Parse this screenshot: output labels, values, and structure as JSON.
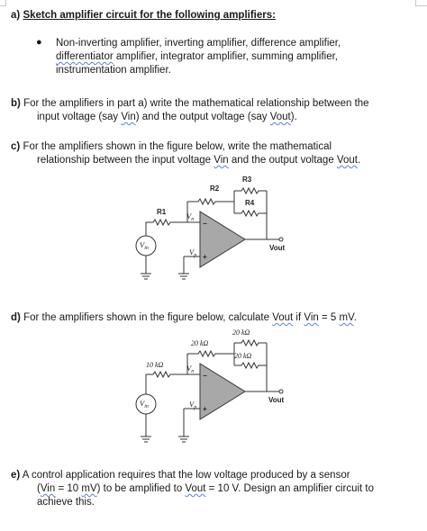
{
  "part_a": {
    "letter": "a)",
    "title": "Sketch amplifier circuit for the following amplifiers:",
    "bullet_line1": "Non-inverting amplifier, inverting amplifier, difference amplifier,",
    "bullet_line2_word": "differentiator",
    "bullet_line2_rest": " amplifier, integrator amplifier, summing amplifier,",
    "bullet_line3": "instrumentation amplifier."
  },
  "part_b": {
    "letter": "b)",
    "line1": "For the amplifiers in part a) write the mathematical relationship between the",
    "line2_a": "input voltage (say ",
    "line2_vin": "Vin",
    "line2_b": ") and the output voltage (say ",
    "line2_vout": "Vout",
    "line2_c": ")."
  },
  "part_c": {
    "letter": "c)",
    "line1": "For the amplifiers shown in the figure below, write the mathematical",
    "line2_a": "relationship between the input voltage ",
    "line2_vin": "Vin",
    "line2_b": " and the output voltage ",
    "line2_vout": "Vout",
    "line2_c": ".",
    "circuit": {
      "r1": "R1",
      "r2": "R2",
      "r3": "R3",
      "r4": "R4",
      "vn": "V",
      "vn_sub": "n",
      "vp": "V",
      "vp_sub": "p",
      "vin": "V",
      "vin_sub": "in",
      "minus": "−",
      "plus": "+",
      "vout": "Vout"
    }
  },
  "part_d": {
    "letter": "d)",
    "line_a": "For the amplifiers shown in the figure below, calculate ",
    "vout": "Vout",
    "line_b": " if ",
    "vin": "Vin",
    "line_c": " = 5 ",
    "unit": "mV",
    "line_d": ".",
    "circuit": {
      "r1": "10 kΩ",
      "r2": "20 kΩ",
      "r3": "20 kΩ",
      "r4": "20 kΩ",
      "vn": "V",
      "vn_sub": "n",
      "vp": "V",
      "vp_sub": "p",
      "vin": "V",
      "vin_sub": "in",
      "minus": "−",
      "plus": "+",
      "vout": "Vout"
    }
  },
  "part_e": {
    "letter": "e)",
    "line1": "A control application requires that the low voltage produced by a sensor",
    "line2_a": "(",
    "line2_vin": "Vin",
    "line2_b": " = 10 ",
    "line2_unit": "mV",
    "line2_c": ") to be amplified to ",
    "line2_vout": "Vout",
    "line2_d": " = 10 V. Design an amplifier circuit to",
    "line3": "achieve this."
  }
}
